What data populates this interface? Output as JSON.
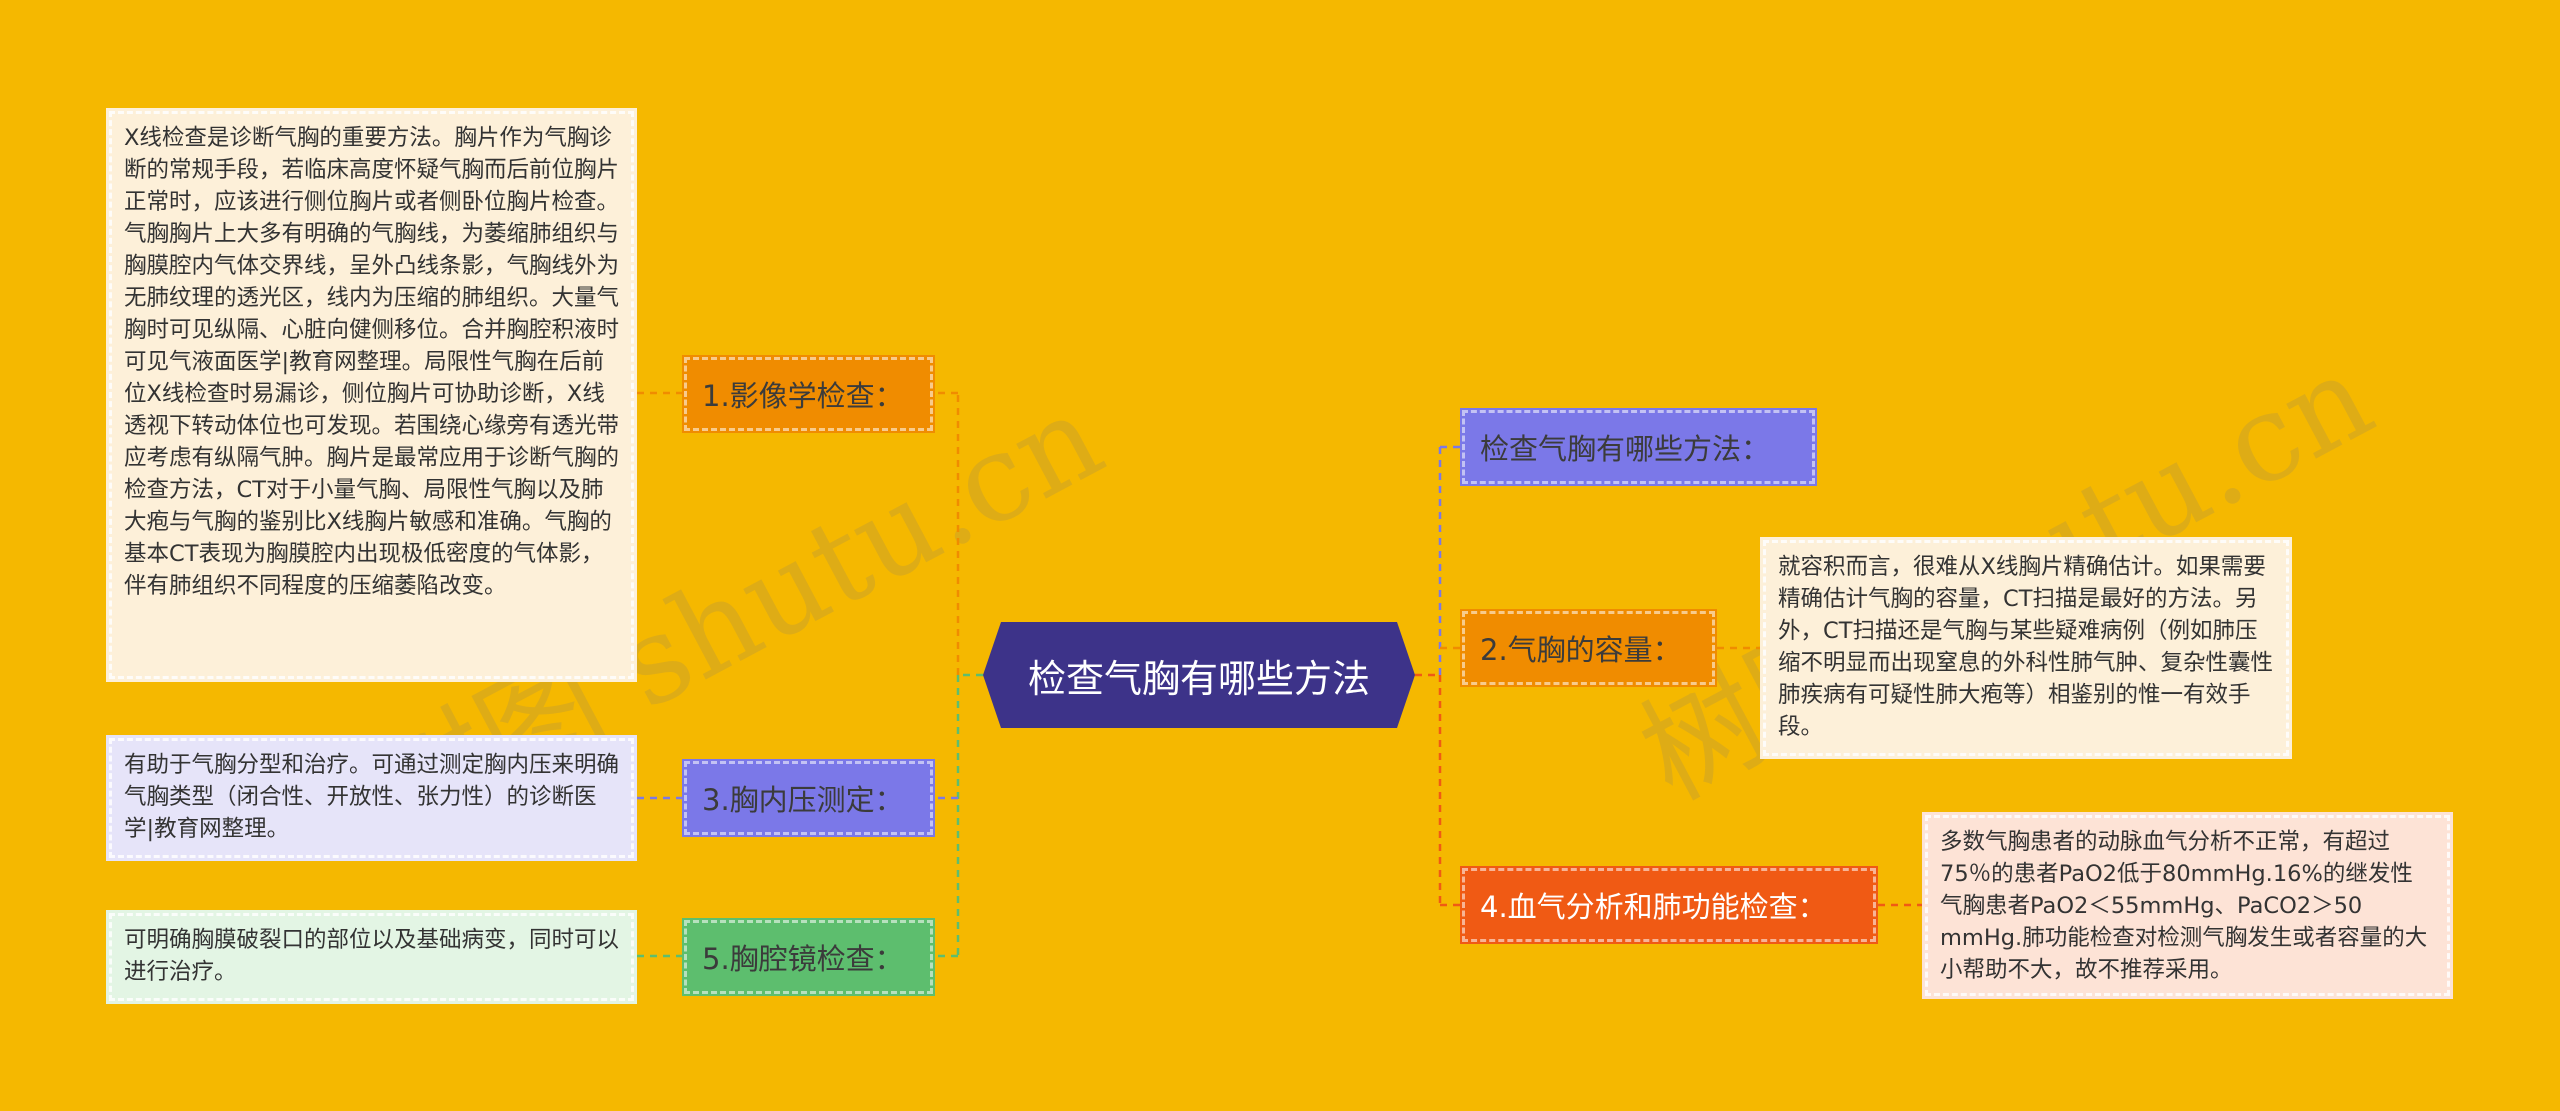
{
  "root": {
    "label": "检查气胸有哪些方法"
  },
  "branches": {
    "b1": {
      "label": "1.影像学检查："
    },
    "b2": {
      "label": "3.胸内压测定："
    },
    "b3": {
      "label": "5.胸腔镜检查："
    },
    "b4": {
      "label": "检查气胸有哪些方法："
    },
    "b5": {
      "label": "2.气胸的容量："
    },
    "b6": {
      "label": "4.血气分析和肺功能检查："
    }
  },
  "leaves": {
    "l1": {
      "text": "X线检查是诊断气胸的重要方法。胸片作为气胸诊断的常规手段，若临床高度怀疑气胸而后前位胸片正常时，应该进行侧位胸片或者侧卧位胸片检查。气胸胸片上大多有明确的气胸线，为萎缩肺组织与胸膜腔内气体交界线，呈外凸线条影，气胸线外为无肺纹理的透光区，线内为压缩的肺组织。大量气胸时可见纵隔、心脏向健侧移位。合并胸腔积液时可见气液面医学|教育网整理。局限性气胸在后前位X线检查时易漏诊，侧位胸片可协助诊断，X线透视下转动体位也可发现。若围绕心缘旁有透光带应考虑有纵隔气肿。胸片是最常应用于诊断气胸的检查方法，CT对于小量气胸、局限性气胸以及肺大疱与气胸的鉴别比X线胸片敏感和准确。气胸的基本CT表现为胸膜腔内出现极低密度的气体影，伴有肺组织不同程度的压缩萎陷改变。"
    },
    "l2": {
      "text": "有助于气胸分型和治疗。可通过测定胸内压来明确气胸类型（闭合性、开放性、张力性）的诊断医学|教育网整理。"
    },
    "l3": {
      "text": "可明确胸膜破裂口的部位以及基础病变，同时可以进行治疗。"
    },
    "l5": {
      "text": "就容积而言，很难从X线胸片精确估计。如果需要精确估计气胸的容量，CT扫描是最好的方法。另外，CT扫描还是气胸与某些疑难病例（例如肺压缩不明显而出现窒息的外科性肺气肿、复杂性囊性肺疾病有可疑性肺大疱等）相鉴别的惟一有效手段。"
    },
    "l6": {
      "text": "多数气胸患者的动脉血气分析不正常，有超过75％的患者PaO2低于80mmHg.16%的继发性气胸患者PaO2＜55mmHg、PaCO2＞50 mmHg.肺功能检查对检测气胸发生或者容量的大小帮助不大，故不推荐采用。"
    }
  },
  "watermarks": [
    "树图 shutu.cn",
    "树图 shutu.cn"
  ],
  "colors": {
    "background": "#F5B800",
    "root": "#3D3389",
    "b1": "#F08C00",
    "b2": "#7B78E8",
    "b3": "#5DBE6E",
    "b4": "#7B78E8",
    "b5": "#F08C00",
    "b6": "#F05A14",
    "leaf1": "#FDF0D9",
    "leaf2": "#E6E4F9",
    "leaf3": "#E3F5E4",
    "leaf5": "#FDF0D9",
    "leaf6": "#FDE3D6"
  }
}
